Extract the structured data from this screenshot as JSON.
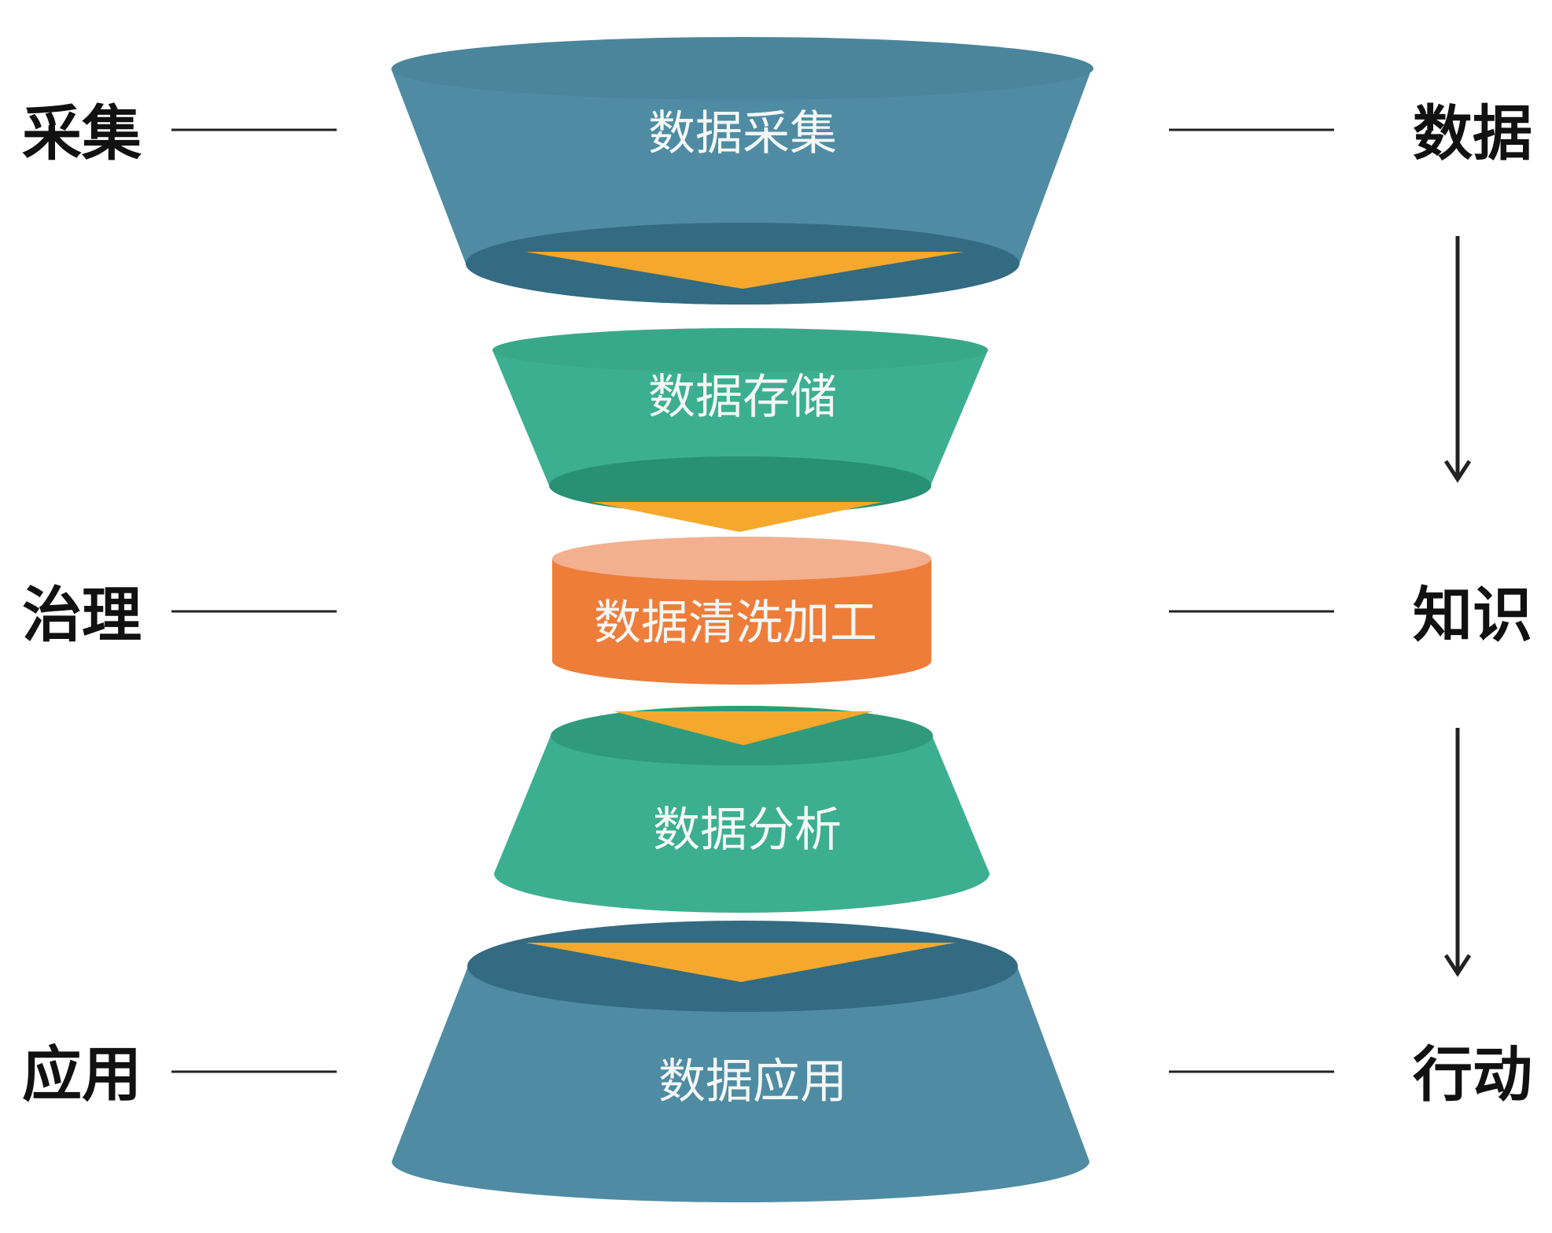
{
  "colors": {
    "blue_body": "#4f8ca3",
    "blue_top": "#40778e",
    "blue_inner": "#336b82",
    "green_body": "#3daf91",
    "green_top": "#2f9b7c",
    "green_inner": "#279075",
    "orange_body": "#ee7d3a",
    "orange_top": "#f2b08f",
    "arrow_yellow": "#f5a82c",
    "text_dark": "#111111",
    "text_light": "#f4f7f5"
  },
  "left_labels": [
    "采集",
    "治理",
    "应用"
  ],
  "right_labels": [
    "数据",
    "知识",
    "行动"
  ],
  "stages": [
    {
      "label": "数据采集"
    },
    {
      "label": "数据存储"
    },
    {
      "label": "数据清洗加工"
    },
    {
      "label": "数据分析"
    },
    {
      "label": "数据应用"
    }
  ],
  "arrow_icons": [
    "arrow-down-icon",
    "arrow-down-icon"
  ]
}
